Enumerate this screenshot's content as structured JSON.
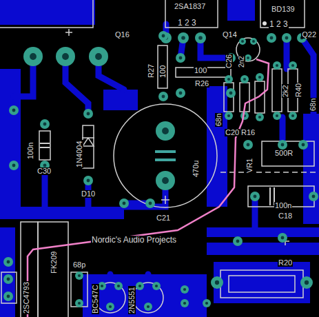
{
  "diagram": {
    "labels": [
      "2SA1837",
      "1 2 3",
      "Q16",
      "BD139",
      "1 2 3",
      "Q14",
      "Q22",
      "R27",
      "100",
      "100",
      "R26",
      "C26",
      "2n2",
      "2k2",
      "R40",
      "68n",
      "68n",
      "C20",
      "R16",
      "100n",
      "C30",
      "1N4004",
      "D10",
      "470u",
      "C21",
      "VR1",
      "500R",
      "100n",
      "C18",
      "Nordic's Audio Projects",
      "R20",
      "FK209",
      "68p",
      "2SC4793",
      "BC547C",
      "2N5551"
    ]
  }
}
